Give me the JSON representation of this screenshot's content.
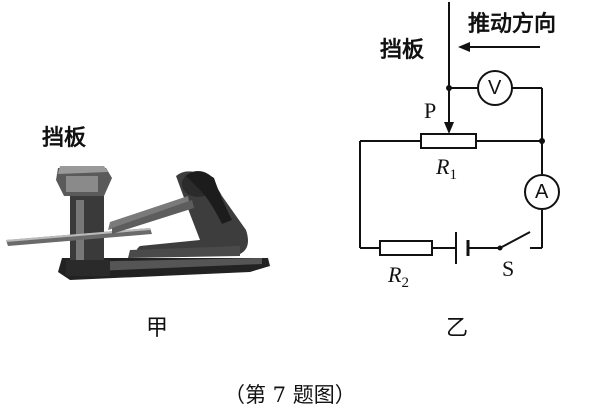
{
  "left_figure": {
    "baffle_label": "挡板",
    "caption": "甲"
  },
  "right_figure": {
    "baffle_label": "挡板",
    "push_direction_label": "推动方向",
    "slider_label": "P",
    "r1_label": "R",
    "r1_sub": "1",
    "r2_label": "R",
    "r2_sub": "2",
    "voltmeter_symbol": "V",
    "ammeter_symbol": "A",
    "switch_label": "S",
    "caption": "乙"
  },
  "figure_caption": "（第 7 题图）"
}
